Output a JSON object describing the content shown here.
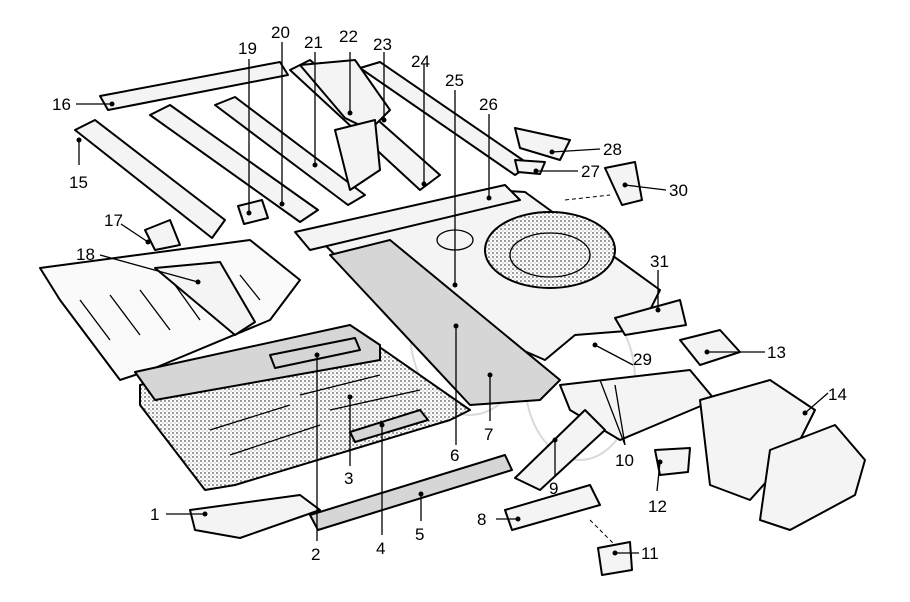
{
  "diagram": {
    "callouts": [
      {
        "id": "1",
        "text": "1"
      },
      {
        "id": "2",
        "text": "2"
      },
      {
        "id": "3",
        "text": "3"
      },
      {
        "id": "4",
        "text": "4"
      },
      {
        "id": "5",
        "text": "5"
      },
      {
        "id": "6",
        "text": "6"
      },
      {
        "id": "7",
        "text": "7"
      },
      {
        "id": "8",
        "text": "8"
      },
      {
        "id": "9",
        "text": "9"
      },
      {
        "id": "10",
        "text": "10"
      },
      {
        "id": "11",
        "text": "11"
      },
      {
        "id": "12",
        "text": "12"
      },
      {
        "id": "13",
        "text": "13"
      },
      {
        "id": "14",
        "text": "14"
      },
      {
        "id": "15",
        "text": "15"
      },
      {
        "id": "16",
        "text": "16"
      },
      {
        "id": "17",
        "text": "17"
      },
      {
        "id": "18",
        "text": "18"
      },
      {
        "id": "19",
        "text": "19"
      },
      {
        "id": "20",
        "text": "20"
      },
      {
        "id": "21",
        "text": "21"
      },
      {
        "id": "22",
        "text": "22"
      },
      {
        "id": "23",
        "text": "23"
      },
      {
        "id": "24",
        "text": "24"
      },
      {
        "id": "25",
        "text": "25"
      },
      {
        "id": "26",
        "text": "26"
      },
      {
        "id": "27",
        "text": "27"
      },
      {
        "id": "28",
        "text": "28"
      },
      {
        "id": "29",
        "text": "29"
      },
      {
        "id": "30",
        "text": "30"
      },
      {
        "id": "31",
        "text": "31"
      }
    ]
  }
}
